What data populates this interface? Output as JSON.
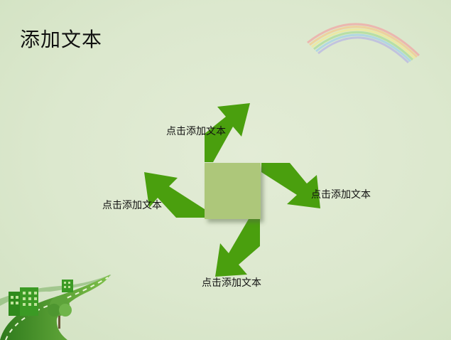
{
  "slide": {
    "title": "添加文本",
    "labels": {
      "top": "点击添加文本",
      "right": "点击添加文本",
      "left": "点击添加文本",
      "bottom": "点击添加文本"
    }
  },
  "colors": {
    "background": "#dce8ce",
    "arrow": "#4a9f0e",
    "center_square": "#adc77a",
    "text": "#111111"
  }
}
